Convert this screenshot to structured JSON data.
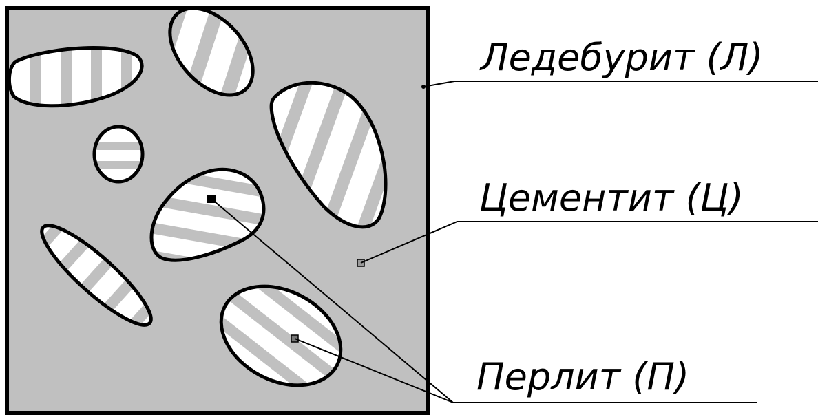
{
  "labels": {
    "ledeburite": "Ледебурит (Л)",
    "cementite": "Цементит (Ц)",
    "pearlite": "Перлит (П)"
  },
  "colors": {
    "matrix": "#c0c0c0",
    "grain_fill": "#ffffff",
    "stripe": "#c0c0c0",
    "outline": "#000000"
  }
}
